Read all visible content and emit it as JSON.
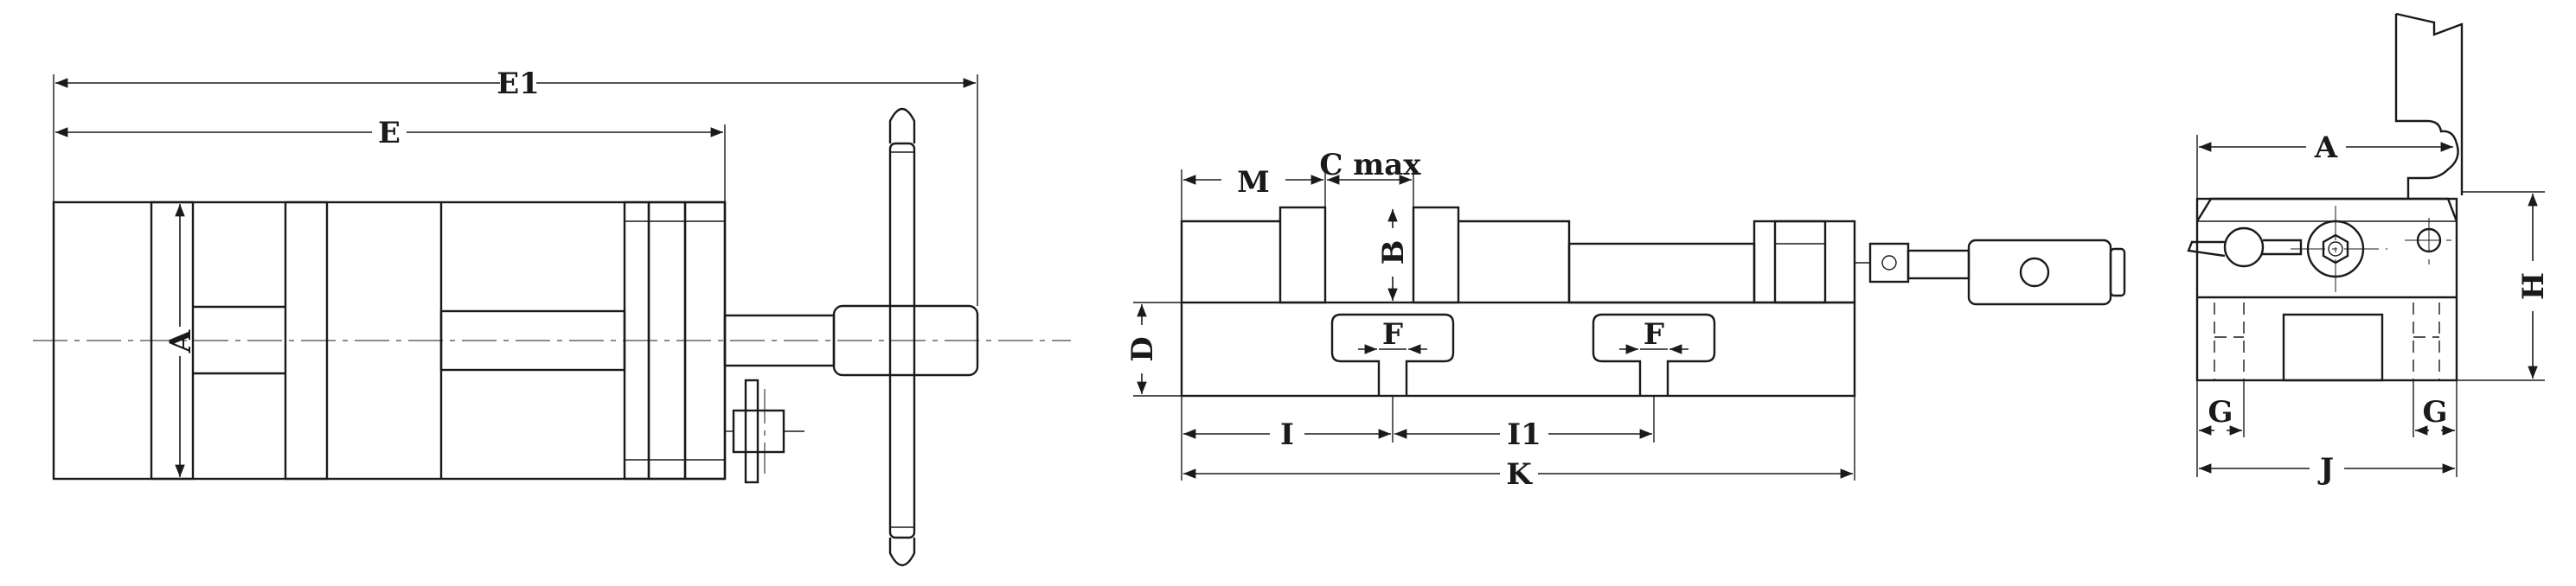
{
  "labels": {
    "e1": "E1",
    "e": "E",
    "a_top": "A",
    "m": "M",
    "c_max": "C max",
    "b": "B",
    "d": "D",
    "f_left": "F",
    "f_right": "F",
    "i": "I",
    "i1": "I1",
    "k": "K",
    "a_side": "A",
    "h": "H",
    "g_left": "G",
    "g_right": "G",
    "j": "J"
  },
  "colors": {
    "ink": "#1a1a1a",
    "background": "#ffffff"
  }
}
